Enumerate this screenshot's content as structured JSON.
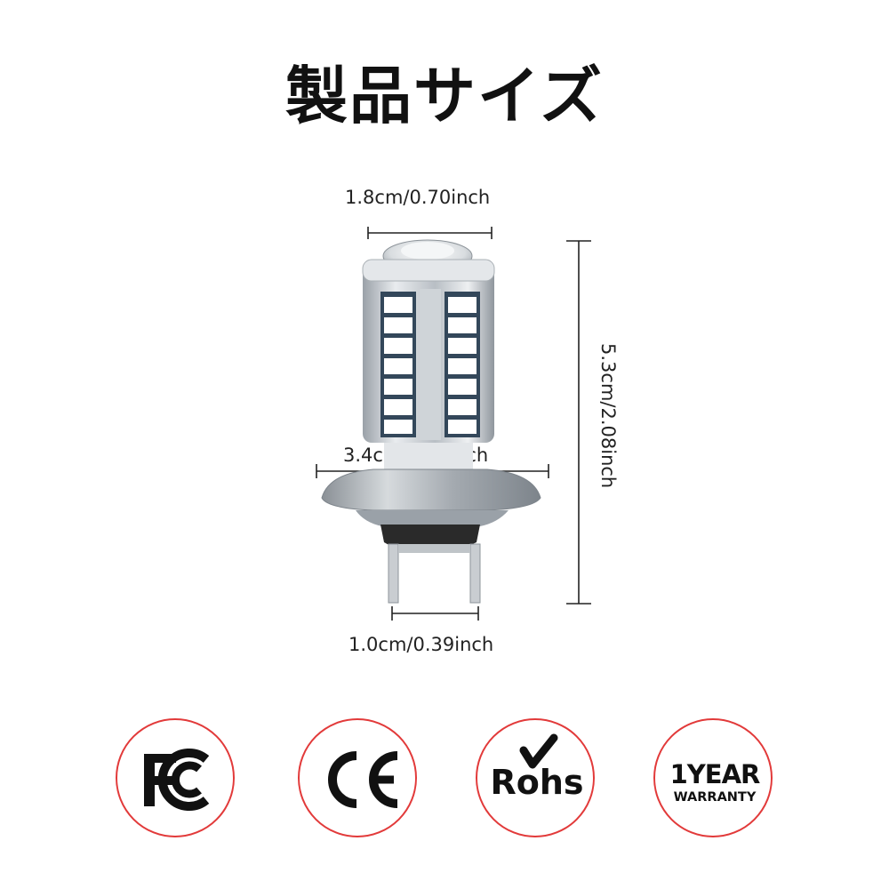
{
  "title": "製品サイズ",
  "dimensions": {
    "top_width": "1.8cm/0.70inch",
    "base_width": "3.4cm/1.33inch",
    "pin_width": "1.0cm/0.39inch",
    "height": "5.3cm/2.08inch"
  },
  "certifications": {
    "fc": {
      "icon": "fc-logo-icon"
    },
    "ce": {
      "icon": "ce-logo-icon"
    },
    "rohs": {
      "icon": "checkmark-icon",
      "label": "Rohs"
    },
    "warranty": {
      "line1": "1YEAR",
      "line2": "WARRANTY"
    }
  },
  "colors": {
    "badge_border": "#e23a3a",
    "led": "#ffffff",
    "body": "#c8cdd2"
  }
}
